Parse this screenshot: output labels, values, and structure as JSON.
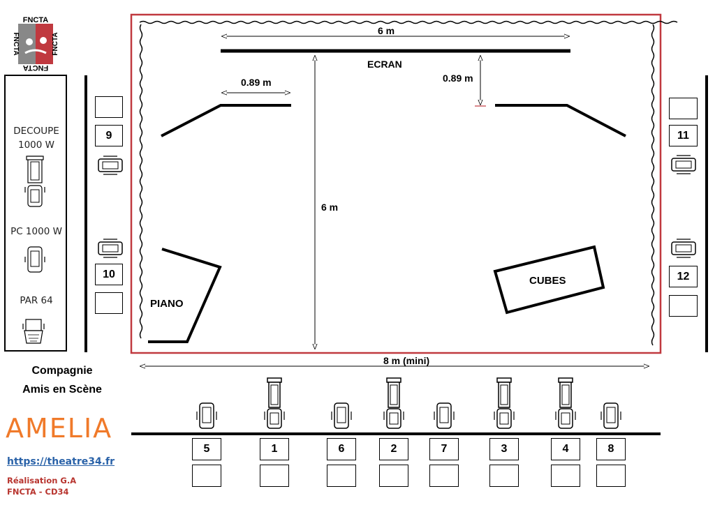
{
  "logo": {
    "text": "FNCTA"
  },
  "legend": {
    "decoupe_line1": "DECOUPE",
    "decoupe_line2": "1000 W",
    "pc": "PC 1000 W",
    "par": "PAR 64"
  },
  "stage": {
    "screen_width": "6 m",
    "screen_label": "ECRAN",
    "left_panel_dim": "0.89 m",
    "right_panel_dim": "0.89 m",
    "depth": "6 m",
    "width_min": "8 m (mini)",
    "piano": "PIANO",
    "cubes": "CUBES"
  },
  "side_numbers": {
    "n9": "9",
    "n10": "10",
    "n11": "11",
    "n12": "12"
  },
  "front_numbers": [
    "5",
    "1",
    "6",
    "2",
    "7",
    "3",
    "4",
    "8"
  ],
  "company": {
    "line1": "Compagnie",
    "line2": "Amis en Scène"
  },
  "show_title": "AMELIA",
  "url": "https://theatre34.fr",
  "credit": {
    "line1": "Réalisation G.A",
    "line2": "FNCTA - CD34"
  },
  "colors": {
    "stage_border": "#c0393f",
    "amelia": "#f07a2a",
    "url": "#2a62a8",
    "credit": "#b8352f"
  }
}
